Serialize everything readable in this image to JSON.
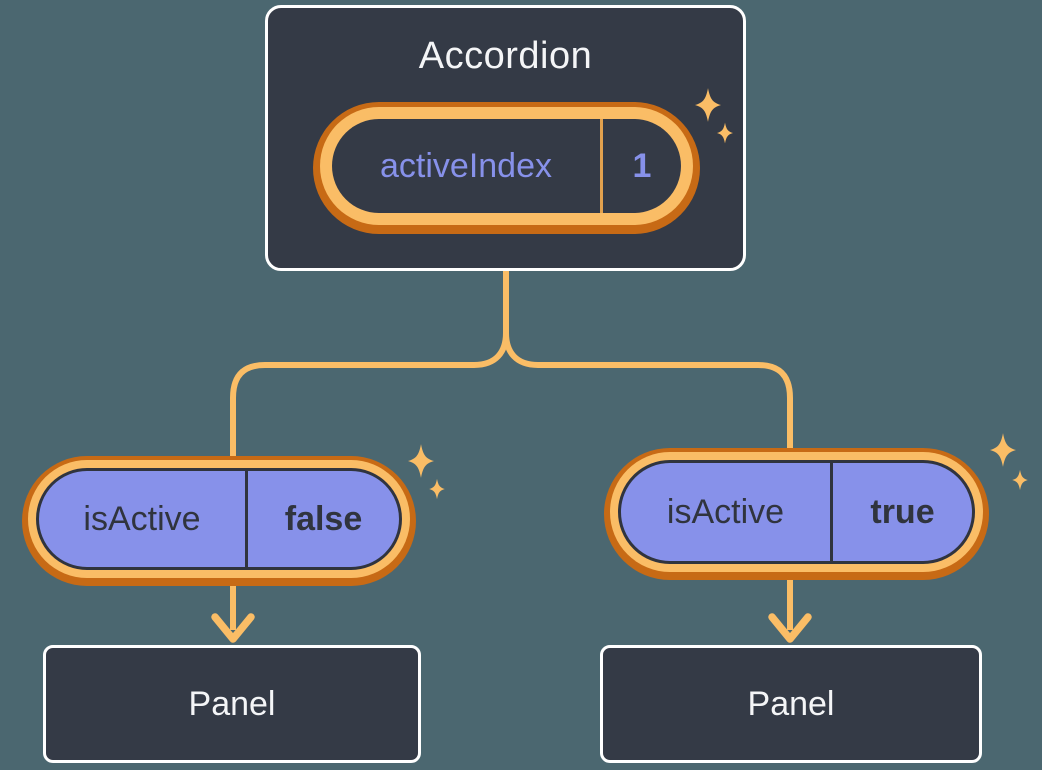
{
  "colors": {
    "bg": "#4B6770",
    "card": "#343A46",
    "cardBorder": "#FFFFFF",
    "lightOrange": "#FABD66",
    "darkOrange": "#C76A15",
    "dividerOrange": "#E2A14E",
    "purple": "#8791EA",
    "ink": "#30343E",
    "textLight": "#F4F5F7"
  },
  "icons": {
    "sparkle": "four-point-sparkle"
  },
  "tree": {
    "root": {
      "label": "Accordion",
      "state": {
        "name": "activeIndex",
        "value": "1"
      }
    },
    "children": [
      {
        "prop": {
          "name": "isActive",
          "value": "false"
        },
        "child": {
          "label": "Panel"
        }
      },
      {
        "prop": {
          "name": "isActive",
          "value": "true"
        },
        "child": {
          "label": "Panel"
        }
      }
    ]
  }
}
